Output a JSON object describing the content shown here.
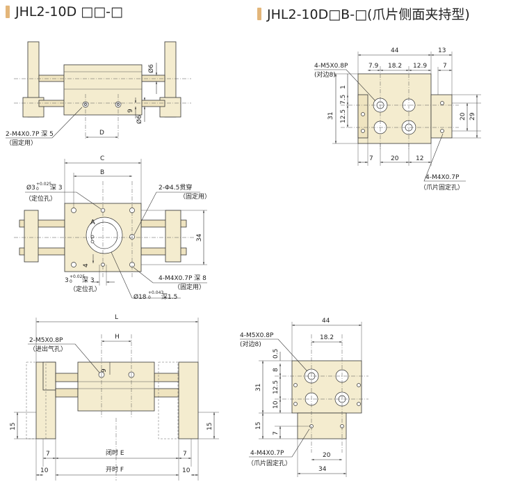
{
  "titles": {
    "left": "JHL2-10D □□-□",
    "right": "JHL2-10D□B-□(爪片侧面夹持型)"
  },
  "view_top_left": {
    "dia6_top": "Ø6",
    "dia6_bottom": "Ø6",
    "dim9": "9",
    "dimD": "D",
    "thread_note": "2-M4X0.7P 深 5",
    "thread_sub": "（固定用）"
  },
  "view_mid_left": {
    "dimC": "C",
    "dimB": "B",
    "bore_note_main": "Ø3",
    "bore_note_tol": "+0.025",
    "bore_note_tol0": "0",
    "bore_note_depth": "深 3",
    "bore_sub": "（定位孔）",
    "thru_note": "2-Φ4.5贯穿",
    "thru_sub": "（固定用）",
    "labelA": "A",
    "dim34": "34",
    "dim4": "4",
    "slot_main": "3",
    "slot_tol": "+0.025",
    "slot_tol0": "0",
    "slot_depth": "深  3",
    "slot_sub": "（定位孔）",
    "tap_note": "4-M4X0.7P 深 8",
    "tap_sub": "（固定用）",
    "counter_main": "Ø18",
    "counter_tol": "+0.043",
    "counter_tol0": "0",
    "counter_depth": "深1.5"
  },
  "view_bot_left": {
    "dimL": "L",
    "port_note": "2-M5X0.8P",
    "port_sub": "（进出气孔）",
    "dimH": "H",
    "dim9": "9",
    "dim15_left": "15",
    "dim15_right": "15",
    "dim7_left": "7",
    "dim7_right": "7",
    "closed_label": "闭时 E",
    "dim10_left": "10",
    "dim10_right": "10",
    "open_label": "开时 F"
  },
  "view_top_right": {
    "dim44": "44",
    "dim13": "13",
    "dim7_top": "7",
    "dim7_9": "7.9",
    "dim18_2": "18.2",
    "dim12_9": "12.9",
    "port_note": "4-M5X0.8P",
    "port_sub": "(对边8)",
    "dim1": "1",
    "dim7_5": "7.5",
    "dim12_5": "12.5",
    "dim31": "31",
    "dim20_right": "20",
    "dim29": "29",
    "dim7_bot": "7",
    "dim20_bot": "20",
    "dim12_bot": "12",
    "tap_note": "4-M4X0.7P",
    "tap_sub": "（爪片固定孔）"
  },
  "view_bot_right": {
    "dim44": "44",
    "dim18_2": "18.2",
    "port_note": "4-M5X0.8P",
    "port_sub": "(对边8)",
    "dim0_5": "0.5",
    "dim8": "8",
    "dim12_5": "12.5",
    "dim10": "10",
    "dim31": "31",
    "dim15": "15",
    "dim7": "7",
    "dim20": "20",
    "dim34": "34",
    "tap_note": "4-M4X0.7P",
    "tap_sub": "（爪片固定孔）"
  },
  "colors": {
    "part_fill": "#f4eccf",
    "title_bar": "#e3b67a"
  }
}
